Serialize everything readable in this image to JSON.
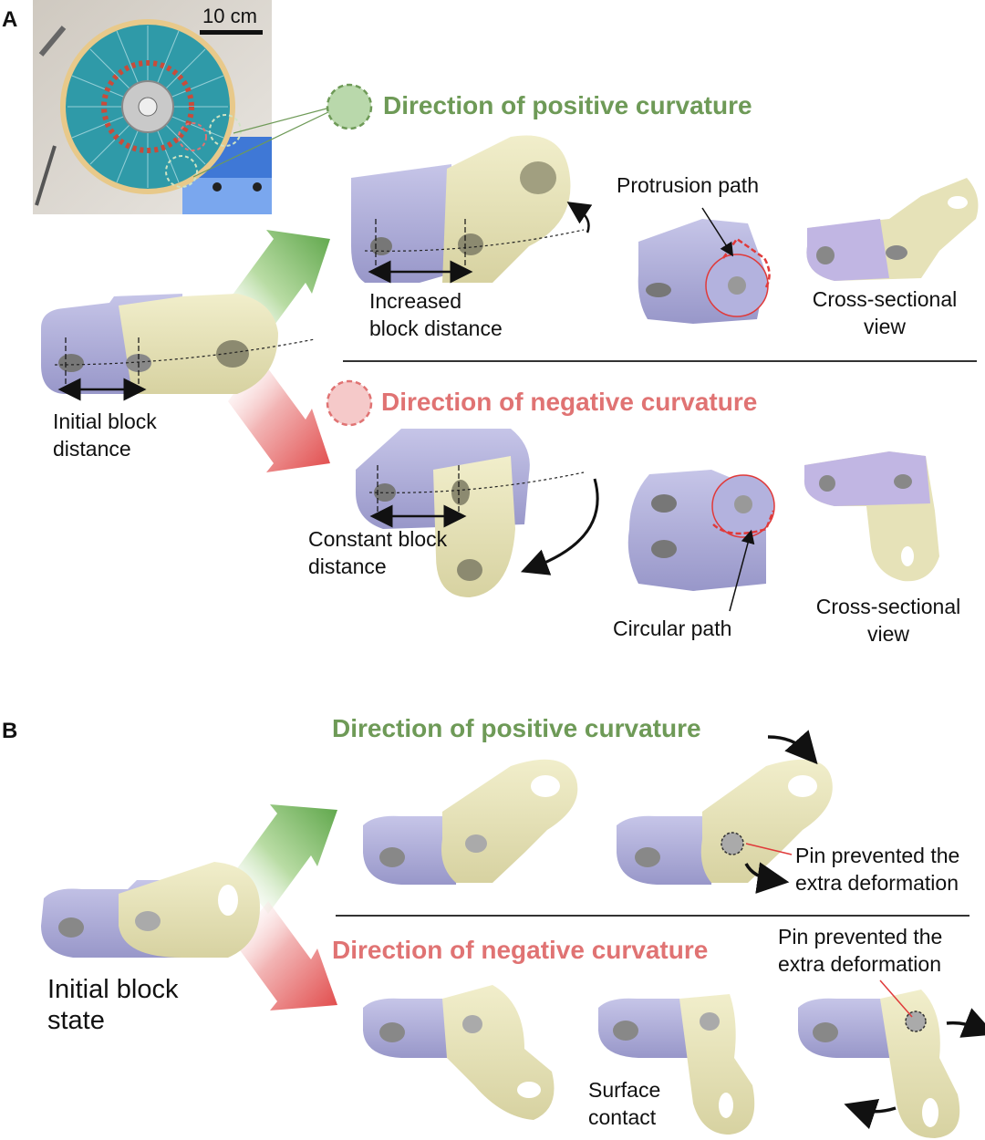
{
  "panels": {
    "A": {
      "letter": "A",
      "scale_bar_label": "10 cm",
      "positive_heading": "Direction of positive curvature",
      "negative_heading": "Direction of negative curvature",
      "initial_distance": [
        "Initial block",
        "distance"
      ],
      "increased_distance": [
        "Increased",
        "block distance"
      ],
      "constant_distance": [
        "Constant block",
        "distance"
      ],
      "protrusion_path": "Protrusion path",
      "circular_path": "Circular path",
      "cross_section_top": [
        "Cross-sectional",
        "view"
      ],
      "cross_section_bottom": [
        "Cross-sectional",
        "view"
      ]
    },
    "B": {
      "letter": "B",
      "positive_heading": "Direction of positive curvature",
      "negative_heading": "Direction of negative curvature",
      "initial_state": [
        "Initial block",
        "state"
      ],
      "pin_note_top": [
        "Pin prevented the",
        "extra deformation"
      ],
      "pin_note_bottom": [
        "Pin prevented the",
        "extra deformation"
      ],
      "surface_contact": [
        "Surface",
        "contact"
      ]
    }
  },
  "colors": {
    "positive": "#6e9a57",
    "negative": "#e07373",
    "block_purple": "#a9a8d6",
    "block_cream": "#e6e2b8",
    "annotation_red": "#e03a3a",
    "photo_teal": "#2f9aa8"
  }
}
